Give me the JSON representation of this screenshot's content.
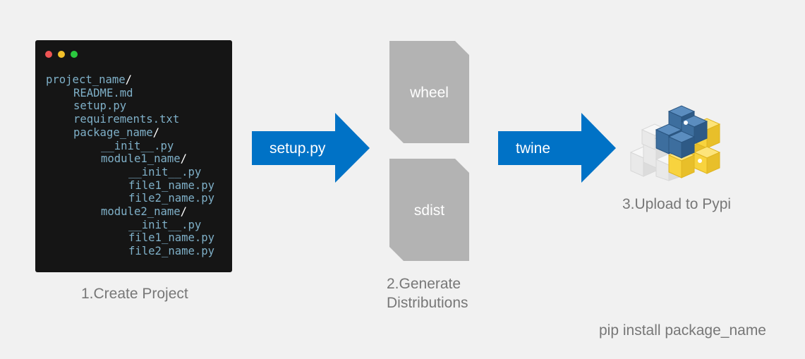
{
  "step1": {
    "caption": "1.Create Project",
    "tree": [
      {
        "indent": 0,
        "name": "project_name",
        "slash": "/"
      },
      {
        "indent": 1,
        "name": "README.md",
        "slash": ""
      },
      {
        "indent": 1,
        "name": "setup.py",
        "slash": ""
      },
      {
        "indent": 1,
        "name": "requirements.txt",
        "slash": ""
      },
      {
        "indent": 1,
        "name": "package_name",
        "slash": "/"
      },
      {
        "indent": 2,
        "name": "__init__.py",
        "slash": ""
      },
      {
        "indent": 2,
        "name": "module1_name",
        "slash": "/"
      },
      {
        "indent": 3,
        "name": "__init__.py",
        "slash": ""
      },
      {
        "indent": 3,
        "name": "file1_name.py",
        "slash": ""
      },
      {
        "indent": 3,
        "name": "file2_name.py",
        "slash": ""
      },
      {
        "indent": 2,
        "name": "module2_name",
        "slash": "/"
      },
      {
        "indent": 3,
        "name": "__init__.py",
        "slash": ""
      },
      {
        "indent": 3,
        "name": "file1_name.py",
        "slash": ""
      },
      {
        "indent": 3,
        "name": "file2_name.py",
        "slash": ""
      }
    ]
  },
  "arrow1": {
    "label": "setup.py"
  },
  "step2": {
    "caption_line1": "2.Generate",
    "caption_line2": "Distributions",
    "docs": [
      {
        "label": "wheel"
      },
      {
        "label": "sdist"
      }
    ]
  },
  "arrow2": {
    "label": "twine"
  },
  "step3": {
    "caption": "3.Upload to Pypi",
    "command": "pip install package_name"
  },
  "colors": {
    "arrow": "#0072c6",
    "doc": "#b3b3b3",
    "terminal_bg": "#151515",
    "code_text": "#7fb0c8",
    "caption": "#777777",
    "python_blue": "#3d6e9e",
    "python_yellow": "#f8d33e"
  },
  "icons": {
    "pypi": "pypi-logo-icon"
  }
}
